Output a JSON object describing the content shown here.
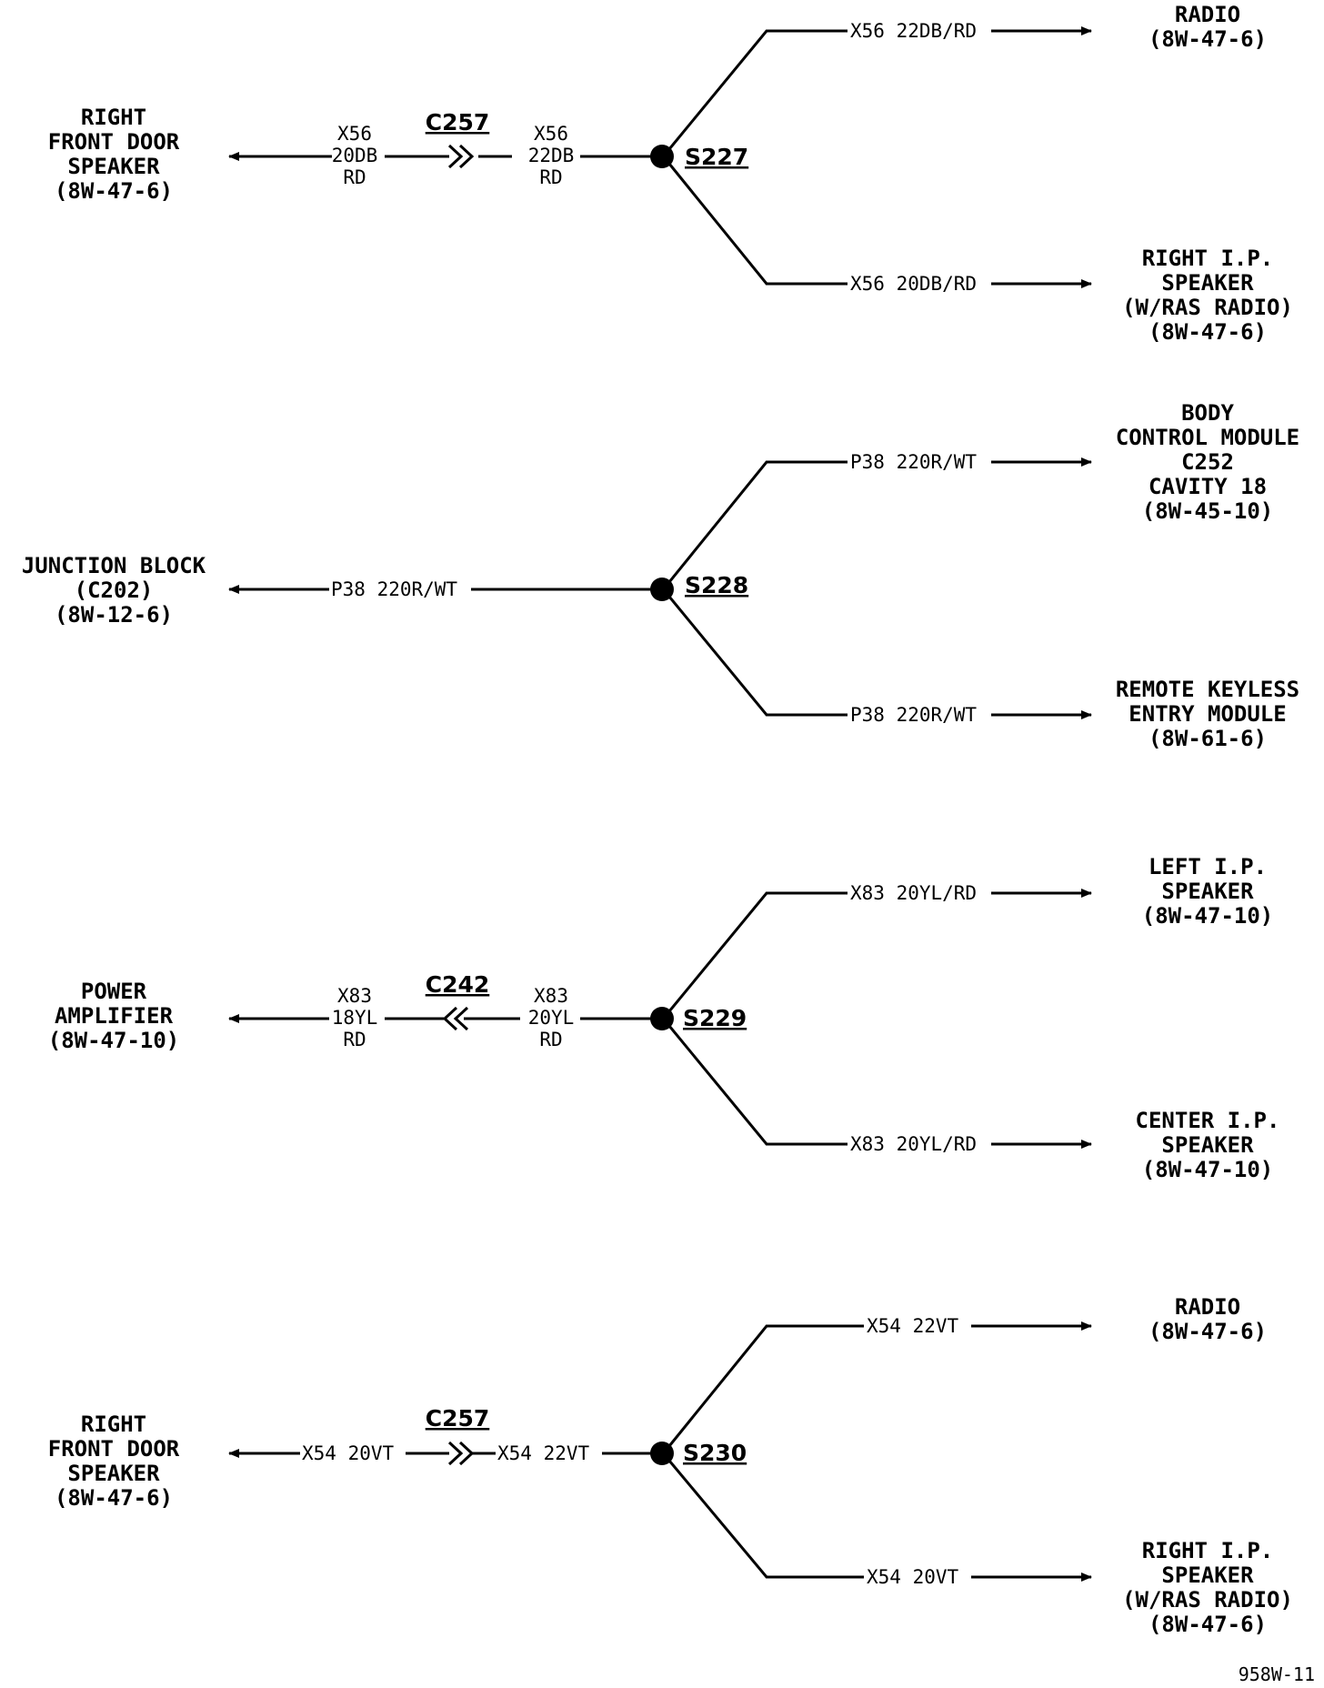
{
  "figure_id": "958W-11",
  "groups": [
    {
      "splice": "S227",
      "left_destination": [
        "RIGHT",
        "FRONT DOOR",
        "SPEAKER",
        "(8W-47-6)"
      ],
      "connector": "C257",
      "left_wire": [
        "X56",
        "20DB",
        "RD"
      ],
      "right_wire": [
        "X56",
        "22DB",
        "RD"
      ],
      "upper_wire": "X56 22DB/RD",
      "upper_destination": [
        "RADIO",
        "(8W-47-6)"
      ],
      "lower_wire": "X56 20DB/RD",
      "lower_destination": [
        "RIGHT I.P.",
        "SPEAKER",
        "(W/RAS RADIO)",
        "(8W-47-6)"
      ]
    },
    {
      "splice": "S228",
      "left_destination": [
        "JUNCTION BLOCK",
        "(C202)",
        "(8W-12-6)"
      ],
      "left_wire_inline": "P38 220R/WT",
      "upper_wire": "P38 220R/WT",
      "upper_destination": [
        "BODY",
        "CONTROL MODULE",
        "C252",
        "CAVITY 18",
        "(8W-45-10)"
      ],
      "lower_wire": "P38 220R/WT",
      "lower_destination": [
        "REMOTE KEYLESS",
        "ENTRY MODULE",
        "(8W-61-6)"
      ]
    },
    {
      "splice": "S229",
      "left_destination": [
        "POWER",
        "AMPLIFIER",
        "(8W-47-10)"
      ],
      "connector": "C242",
      "left_wire": [
        "X83",
        "18YL",
        "RD"
      ],
      "right_wire": [
        "X83",
        "20YL",
        "RD"
      ],
      "upper_wire": "X83 20YL/RD",
      "upper_destination": [
        "LEFT I.P.",
        "SPEAKER",
        "(8W-47-10)"
      ],
      "lower_wire": "X83 20YL/RD",
      "lower_destination": [
        "CENTER I.P.",
        "SPEAKER",
        "(8W-47-10)"
      ]
    },
    {
      "splice": "S230",
      "left_destination": [
        "RIGHT",
        "FRONT DOOR",
        "SPEAKER",
        "(8W-47-6)"
      ],
      "connector": "C257",
      "left_wire_inline": "X54 20VT",
      "right_wire_inline": "X54 22VT",
      "upper_wire": "X54 22VT",
      "upper_destination": [
        "RADIO",
        "(8W-47-6)"
      ],
      "lower_wire": "X54 20VT",
      "lower_destination": [
        "RIGHT I.P.",
        "SPEAKER",
        "(W/RAS RADIO)",
        "(8W-47-6)"
      ]
    }
  ]
}
